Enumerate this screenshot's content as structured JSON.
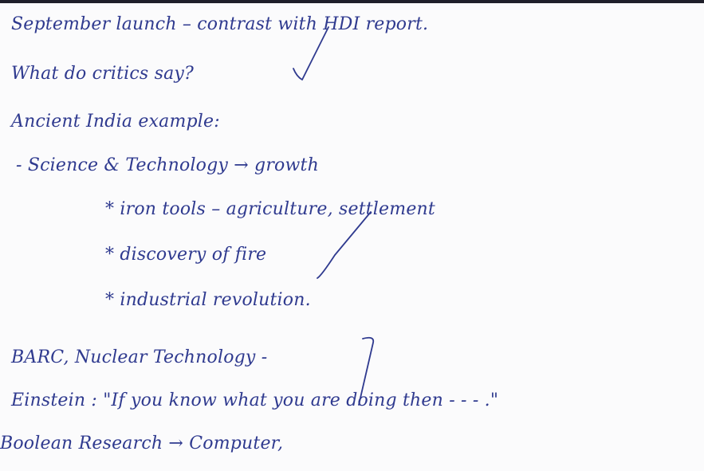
{
  "notes": {
    "lines": [
      "September launch – contrast with HDI report.",
      "What do critics say?",
      "Ancient India example:",
      "- Science & Technology → growth",
      "* iron tools – agriculture, settlement",
      "* discovery of fire",
      "* industrial revolution.",
      "BARC, Nuclear Technology -",
      "Einstein : \"If you know what you are doing then - - - .\"",
      "Boolean Research → Computer,"
    ]
  },
  "colors": {
    "ink": "#2f3a8f",
    "paper": "#fbfbfc",
    "border": "#1f1f2a"
  }
}
